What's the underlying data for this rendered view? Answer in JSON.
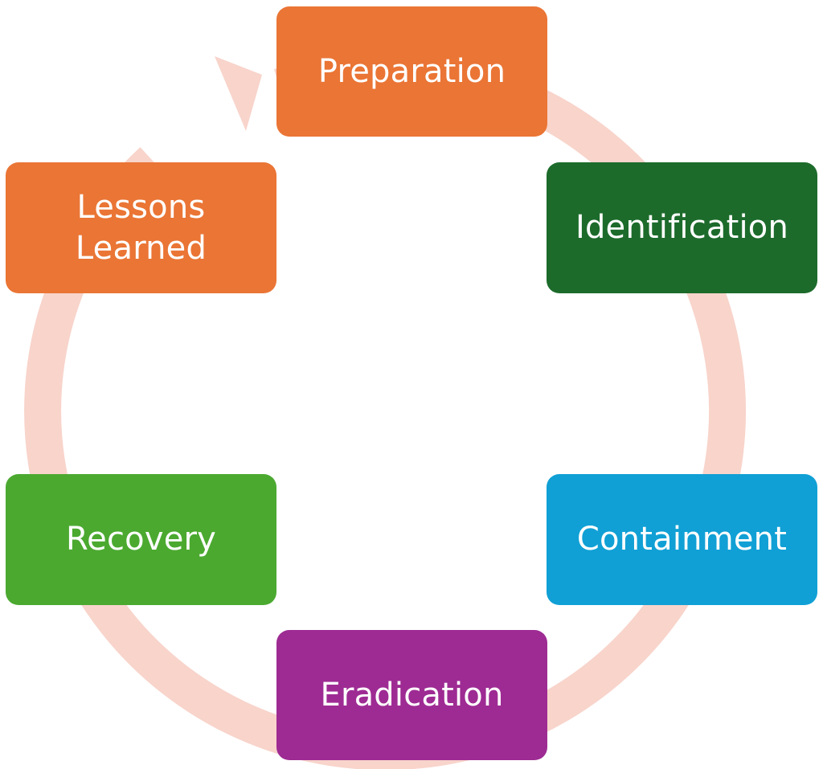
{
  "diagram": {
    "ring_color": "#f8d4cb",
    "phases": [
      {
        "id": "preparation",
        "label": "Preparation",
        "color": "#ea7535"
      },
      {
        "id": "identification",
        "label": "Identification",
        "color": "#1c6b2b"
      },
      {
        "id": "containment",
        "label": "Containment",
        "color": "#10a0d5"
      },
      {
        "id": "eradication",
        "label": "Eradication",
        "color": "#9e2b93"
      },
      {
        "id": "recovery",
        "label": "Recovery",
        "color": "#4ba930"
      },
      {
        "id": "lessons",
        "label": "Lessons\nLearned",
        "color": "#ea7535"
      }
    ]
  }
}
